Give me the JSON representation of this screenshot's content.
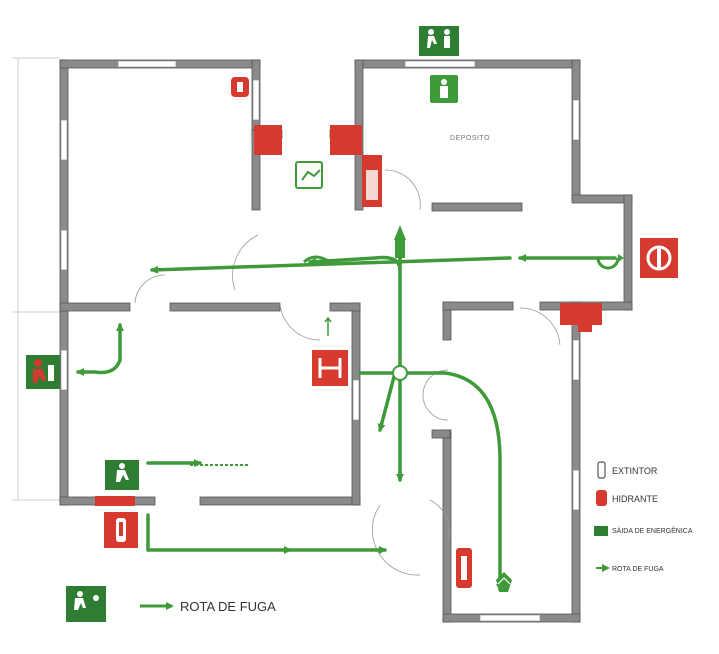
{
  "colors": {
    "wall": "#8a8a8a",
    "wall_dark": "#555555",
    "route": "#3f9a3a",
    "emergency": "#2e7d32",
    "fire": "#d63a2f",
    "dim_line": "#cccccc"
  },
  "room_label": "DEPOSITO",
  "icons": {
    "exit_top": "running-person-icon",
    "exit_left": "running-person-icon",
    "exit_bottom_left": "running-person-icon",
    "extinguisher": "fire-extinguisher-icon",
    "hydrant": "hydrant-icon"
  },
  "legend": {
    "items": [
      {
        "icon": "extinguisher-outline-icon",
        "label": "EXTINTOR"
      },
      {
        "icon": "hydrant-icon",
        "label": "HIDRANTE"
      },
      {
        "icon": "emergency-exit-icon",
        "label": "SÁIDA DE ENERGÊNICA"
      },
      {
        "icon": "route-arrow-icon",
        "label": "ROTA DE FUGA"
      }
    ],
    "bottom_label": "ROTA DE FUGA"
  }
}
